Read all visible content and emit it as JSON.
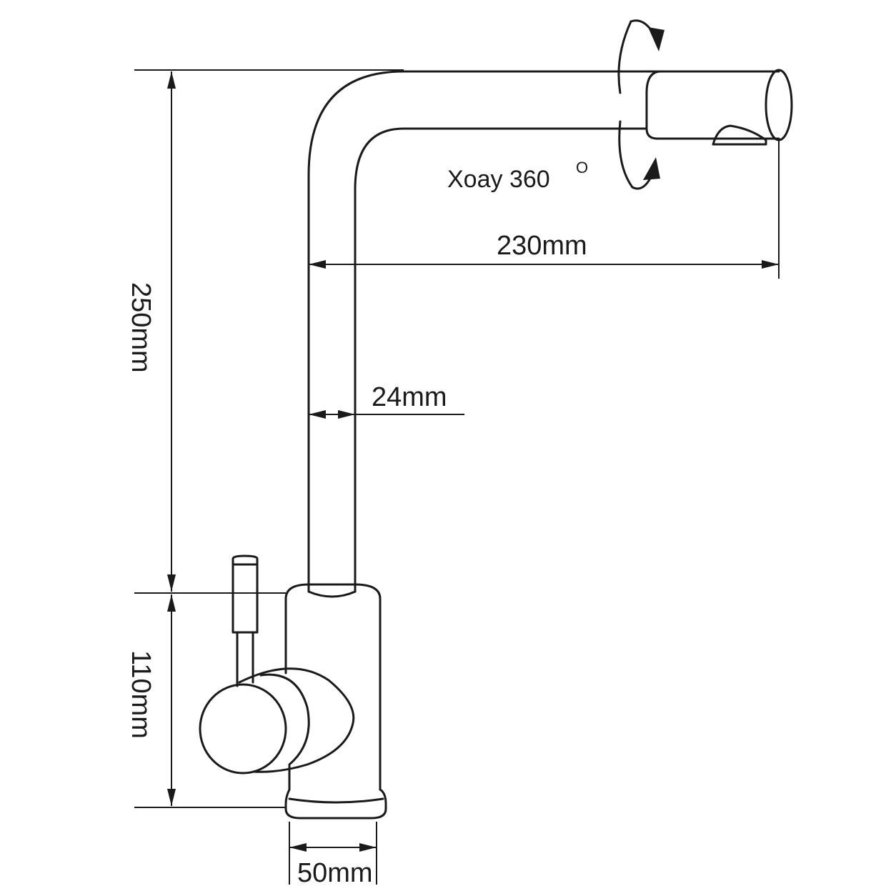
{
  "labels": {
    "rotation_text": "Xoay 360",
    "rotation_superscript": "O",
    "height_total": "250mm",
    "height_base": "110mm",
    "spout_reach": "230mm",
    "pipe_diameter": "24mm",
    "base_diameter": "50mm"
  },
  "colors": {
    "line": "#1a1a1a",
    "background": "#ffffff"
  }
}
